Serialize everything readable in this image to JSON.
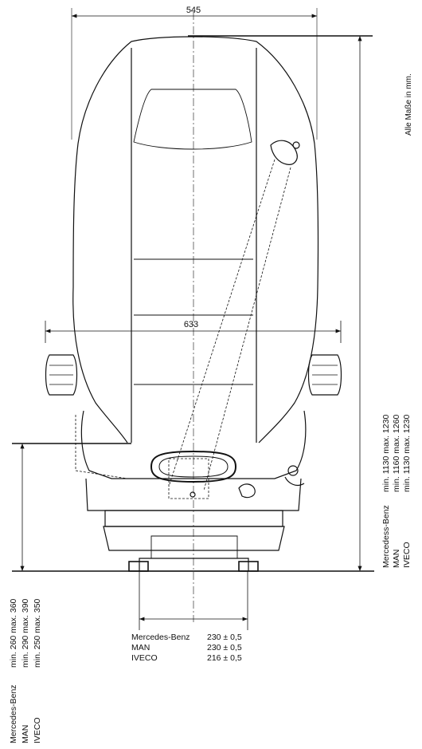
{
  "dimensions": {
    "top_width": "545",
    "armrest_width": "633"
  },
  "unit_note": "Alle Maße in mm.",
  "height_table": {
    "rows": [
      {
        "brand": "Mercedess-Benz",
        "range": "min. 1130 max. 1230"
      },
      {
        "brand": "MAN",
        "range": "min. 1160 max. 1260"
      },
      {
        "brand": "IVECO",
        "range": "min. 1130 max. 1230"
      }
    ]
  },
  "base_height_table": {
    "rows": [
      {
        "brand": "Mercedes-Benz",
        "range": "min. 260 max. 360"
      },
      {
        "brand": "MAN",
        "range": "min. 290 max. 390"
      },
      {
        "brand": "IVECO",
        "range": "min. 250 max. 350"
      }
    ]
  },
  "rail_table": {
    "rows": [
      {
        "brand": "Mercedes-Benz",
        "value": "230 ± 0,5"
      },
      {
        "brand": "MAN",
        "value": "230 ± 0,5"
      },
      {
        "brand": "IVECO",
        "value": "216 ± 0,5"
      }
    ]
  }
}
